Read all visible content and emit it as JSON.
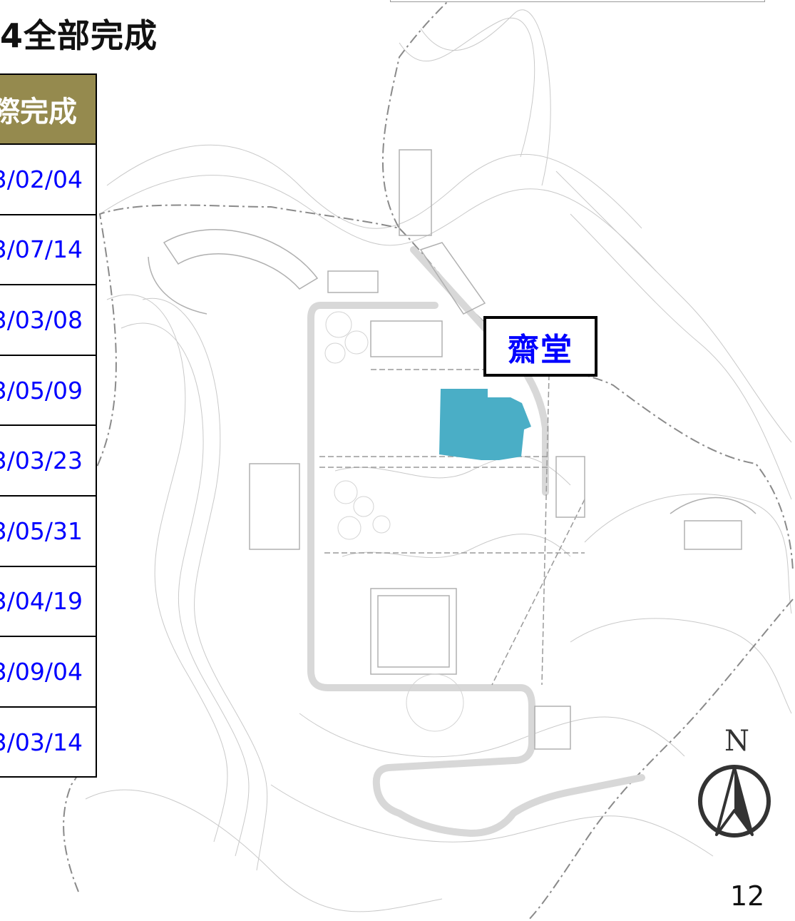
{
  "heading": "4全部完成",
  "table": {
    "header": "際完成",
    "dates": [
      "3/02/04",
      "3/07/14",
      "3/03/08",
      "3/05/09",
      "3/03/23",
      "3/05/31",
      "3/04/19",
      "3/09/04",
      "3/03/14"
    ]
  },
  "map": {
    "callout_label": "齋堂",
    "highlight_color": "#4aaec6",
    "north_letter": "N"
  },
  "page_number": "12",
  "colors": {
    "table_header_bg": "#958a4e",
    "date_text": "#0000ff"
  }
}
